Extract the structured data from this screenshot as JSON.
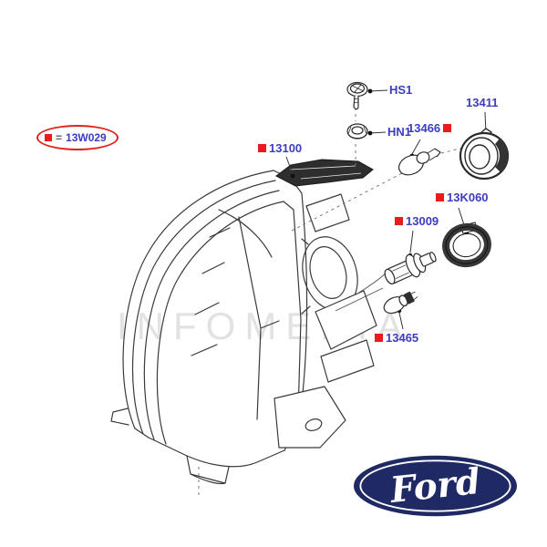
{
  "diagram": {
    "callout": {
      "prefix": "=",
      "part": "13W029"
    },
    "labels": {
      "assembly": "13100",
      "screw": "HS1",
      "nut": "HN1",
      "bulb_headlamp": "13466",
      "socket_cover": "13411",
      "retainer_ring": "13K060",
      "bulb_socket": "13009",
      "bulb_park": "13465"
    },
    "watermark": "INFOMEDIA",
    "colors": {
      "label_text": "#3c3cc0",
      "marker": "#ea1b1d",
      "callout_ring": "#e0231c",
      "drawing_line": "#3a3a3a",
      "ford_blue": "#1f2a64",
      "watermark": "#e2e2e2"
    }
  },
  "logo": {
    "brand": "Ford"
  }
}
